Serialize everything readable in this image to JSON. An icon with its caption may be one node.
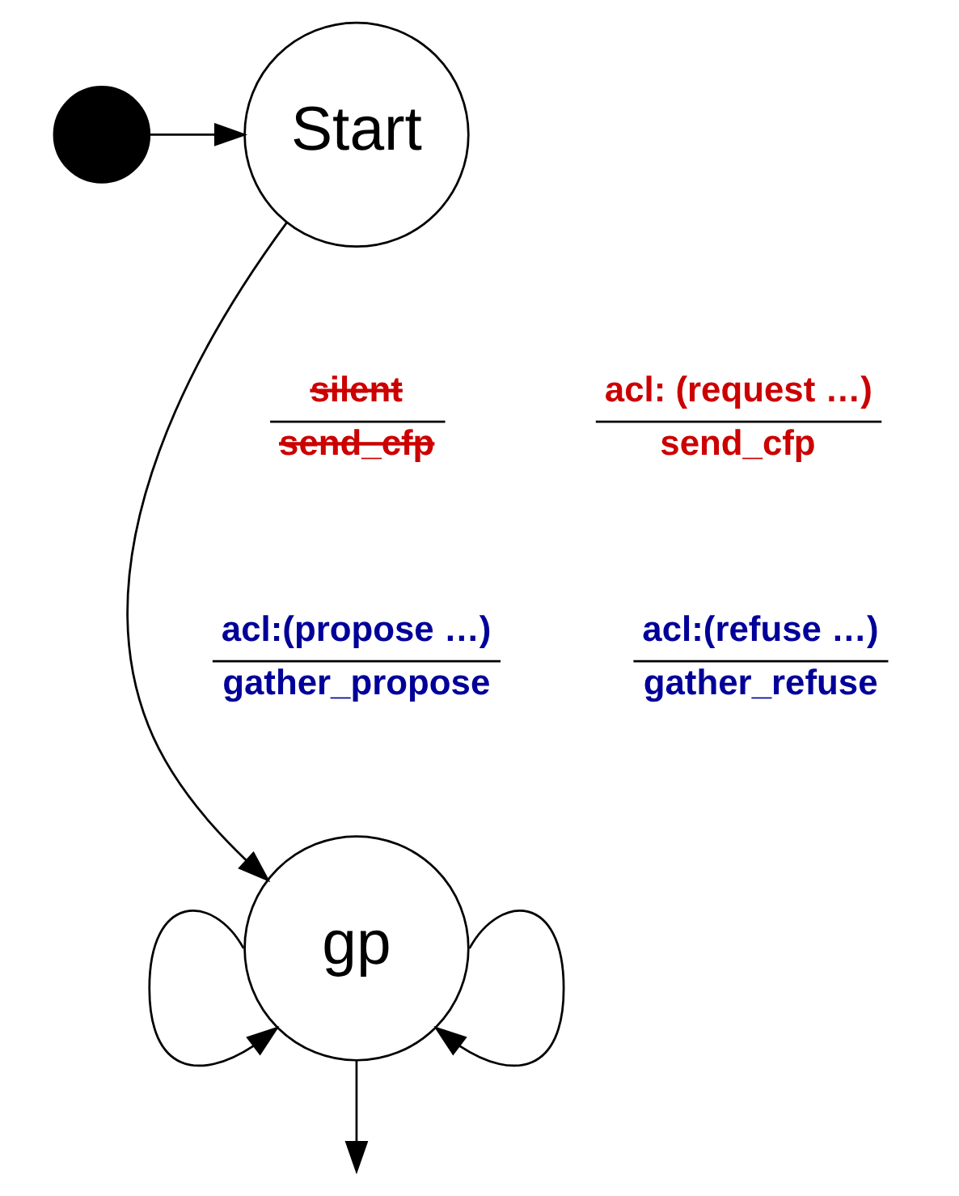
{
  "diagram": {
    "nodes": [
      {
        "text": [],
        "shape": "circle"
      },
      {
        "text": [
          "Start"
        ]
      },
      {
        "text": [
          "gp"
        ]
      }
    ],
    "edges": [
      {
        "from": 0,
        "to": 1,
        "arrow": "to"
      },
      {
        "from": 1,
        "to": 2,
        "arrow": "to"
      },
      {
        "from": 2,
        "to": 2,
        "arrow": "to"
      },
      {
        "from": 2,
        "to": 2,
        "arrow": "to"
      },
      {
        "from": 2,
        "to": null,
        "arrow": "to"
      }
    ],
    "labels": [
      "silent",
      "send_cfp",
      "acl: (request …)",
      "send_cfp",
      "acl:(propose …)",
      "gather_propose",
      "acl:(refuse …)",
      "gather_refuse"
    ]
  }
}
